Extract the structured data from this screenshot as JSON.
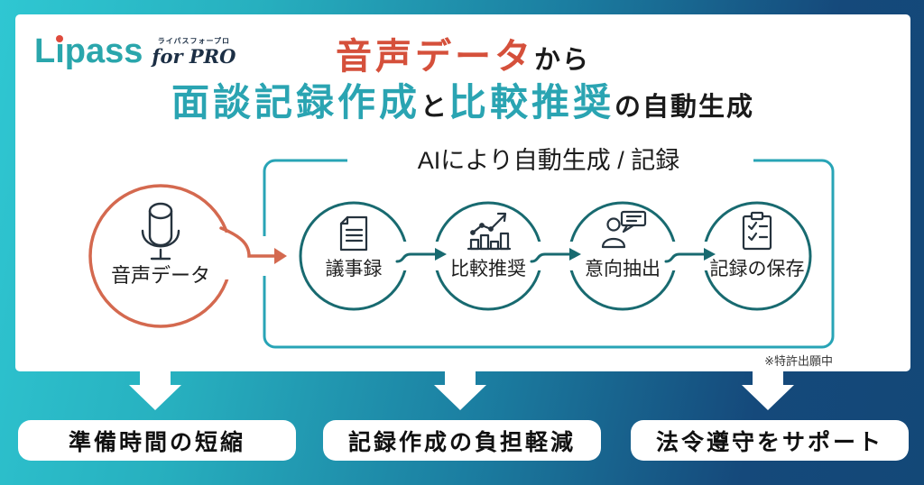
{
  "logo": {
    "brand": "Lipass",
    "brand_l": "L",
    "brand_i": "ı",
    "brand_rest": "pass",
    "kana": "ライパスフォープロ",
    "for_pro": "for PRO"
  },
  "title": {
    "line1_accent": "音声データ",
    "line1_rest": "から",
    "line2_teal1": "面談記録作成",
    "line2_black1": "と",
    "line2_teal2": "比較推奨",
    "line2_black2": "の自動生成"
  },
  "flow": {
    "frame_label": "AIにより自動生成 / 記録",
    "patent_note": "※特許出願中",
    "source": {
      "label": "音声データ",
      "icon": "microphone-icon"
    },
    "steps": [
      {
        "label": "議事録",
        "icon": "document-icon"
      },
      {
        "label": "比較推奨",
        "icon": "bar-chart-icon"
      },
      {
        "label": "意向抽出",
        "icon": "person-speech-bubble-icon"
      },
      {
        "label": "記録の保存",
        "icon": "clipboard-checklist-icon"
      }
    ]
  },
  "benefits": [
    {
      "label": "準備時間の短縮"
    },
    {
      "label": "記録作成の負担軽減"
    },
    {
      "label": "法令遵守をサポート"
    }
  ],
  "colors": {
    "accent_red": "#d5503b",
    "accent_teal": "#2aa4b2",
    "frame_teal": "#28a4b6",
    "circle_teal": "#186a70",
    "circle_red": "#d4694f",
    "icon_navy": "#26333e",
    "bg_left": "#2fc7d2",
    "bg_right": "#134877"
  }
}
